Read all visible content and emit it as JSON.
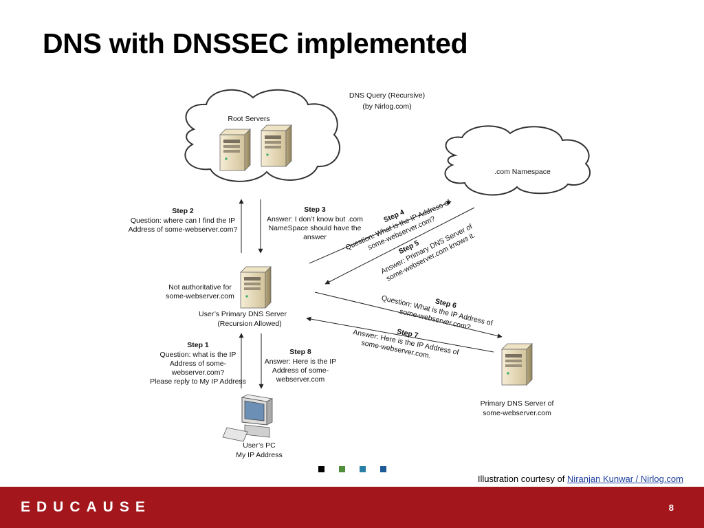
{
  "slide": {
    "title": "DNS with DNSSEC implemented",
    "credit_prefix": "Illustration courtesy of ",
    "credit_link": "Niranjan Kunwar / Nirlog.com",
    "logo": "EDUCAUSE",
    "page_number": "8"
  },
  "colors": {
    "footer": "#a3161c",
    "dots": [
      "#000000",
      "#4f8f3a",
      "#2a7fa6",
      "#1f5a98"
    ]
  },
  "diagram": {
    "caption_line1": "DNS Query (Recursive)",
    "caption_line2": "(by Nirlog.com)",
    "root_servers": "Root Servers",
    "com_namespace": ".com Namespace",
    "primary_dns_line1": "User’s Primary DNS Server",
    "primary_dns_line2": "(Recursion Allowed)",
    "not_auth_line1": "Not authoritative for",
    "not_auth_line2": "some-webserver.com",
    "users_pc_line1": "User’s PC",
    "users_pc_line2": "My IP Address",
    "auth_dns_line1": "Primary DNS Server of",
    "auth_dns_line2": "some-webserver.com",
    "step1": {
      "label": "Step 1",
      "lines": [
        "Question: what is the IP",
        "Address of some-",
        "webserver.com?",
        "Please reply to My IP Address"
      ]
    },
    "step2": {
      "label": "Step 2",
      "lines": [
        "Question: where can I find the IP",
        "Address of some-webserver.com?"
      ]
    },
    "step3": {
      "label": "Step 3",
      "lines": [
        "Answer: I don’t know but .com",
        "NameSpace should have the",
        "answer"
      ]
    },
    "step4": {
      "label": "Step 4",
      "lines": [
        "Question: What is the IP Address of",
        "some-webserver.com?"
      ]
    },
    "step5": {
      "label": "Step 5",
      "lines": [
        "Answer: Primary DNS Server of",
        "some-webserver.com knows it."
      ]
    },
    "step6": {
      "label": "Step 6",
      "lines": [
        "Question: What is the IP Address of",
        "some-webserver.com?"
      ]
    },
    "step7": {
      "label": "Step 7",
      "lines": [
        "Answer: Here is the IP Address of",
        "some-webserver.com."
      ]
    },
    "step8": {
      "label": "Step 8",
      "lines": [
        "Answer: Here is the IP",
        "Address of some-",
        "webserver.com"
      ]
    }
  }
}
